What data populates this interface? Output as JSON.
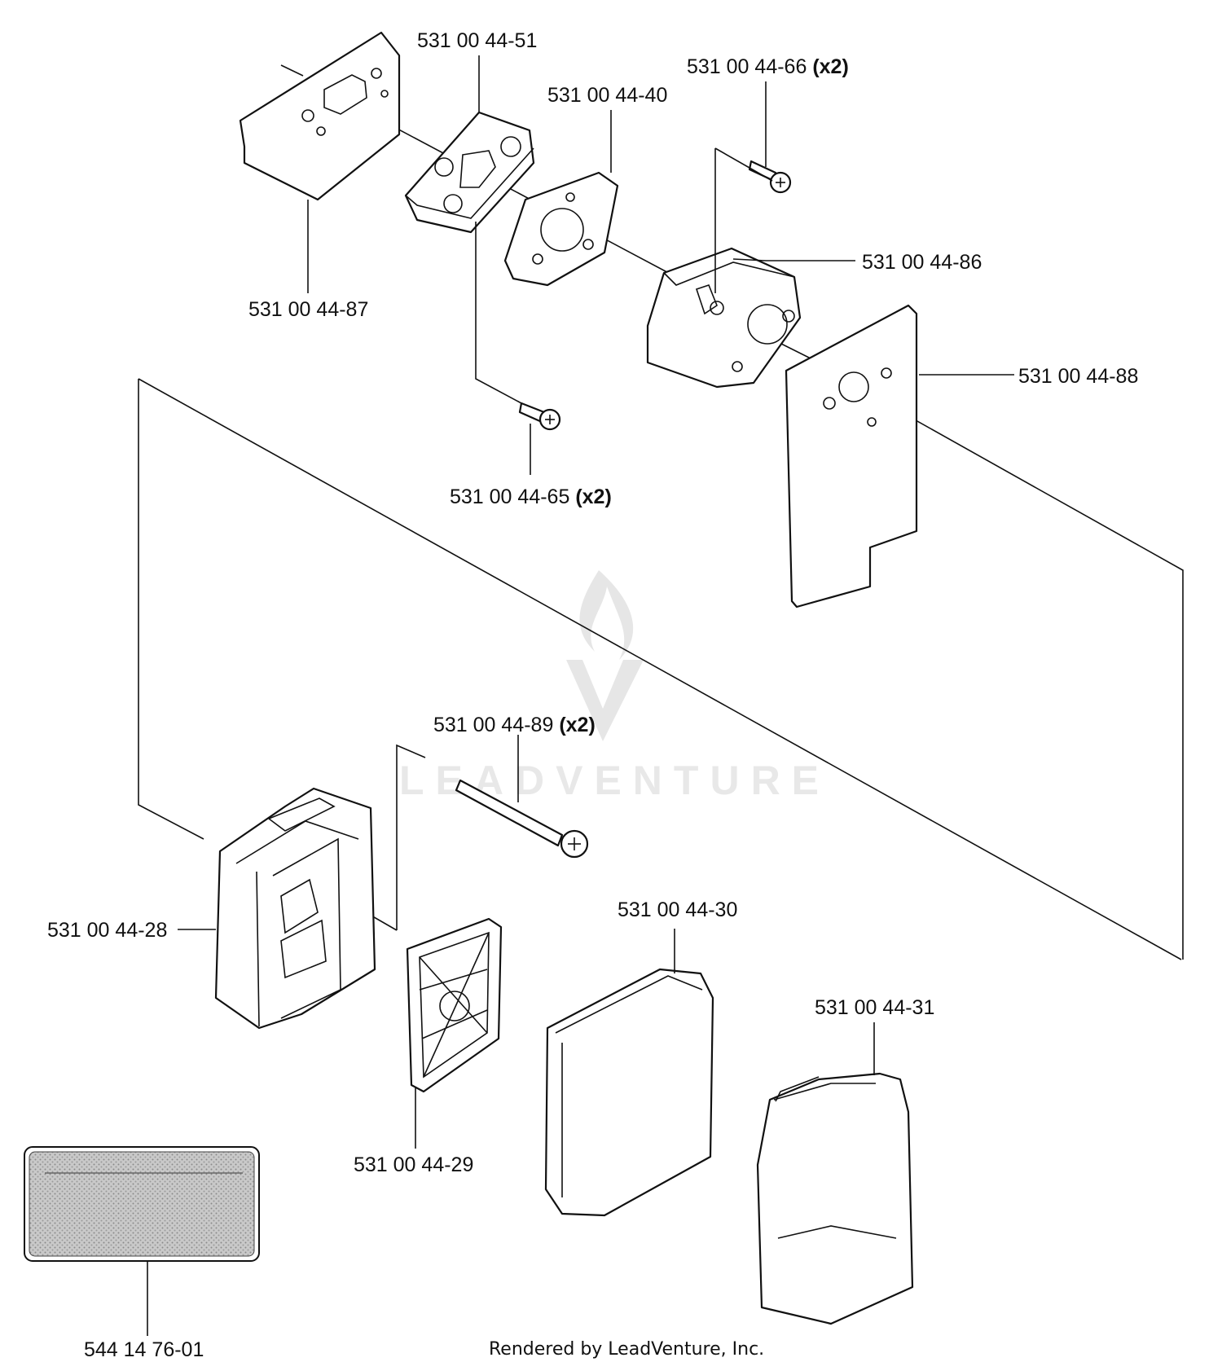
{
  "diagram": {
    "parts": [
      {
        "id": "p87",
        "number": "531 00 44-87",
        "qty": ""
      },
      {
        "id": "p51",
        "number": "531 00 44-51",
        "qty": ""
      },
      {
        "id": "p40",
        "number": "531 00 44-40",
        "qty": ""
      },
      {
        "id": "p66",
        "number": "531 00 44-66",
        "qty": "(x2)"
      },
      {
        "id": "p86",
        "number": "531 00 44-86",
        "qty": ""
      },
      {
        "id": "p88",
        "number": "531 00 44-88",
        "qty": ""
      },
      {
        "id": "p65",
        "number": "531 00 44-65",
        "qty": "(x2)"
      },
      {
        "id": "p89",
        "number": "531 00 44-89",
        "qty": "(x2)"
      },
      {
        "id": "p28",
        "number": "531 00 44-28",
        "qty": ""
      },
      {
        "id": "p30",
        "number": "531 00 44-30",
        "qty": ""
      },
      {
        "id": "p31",
        "number": "531 00 44-31",
        "qty": ""
      },
      {
        "id": "p29",
        "number": "531 00 44-29",
        "qty": ""
      },
      {
        "id": "p01",
        "number": "544 14 76-01",
        "qty": ""
      }
    ],
    "watermark": "LEADVENTURE",
    "footer": "Rendered by LeadVenture, Inc."
  }
}
